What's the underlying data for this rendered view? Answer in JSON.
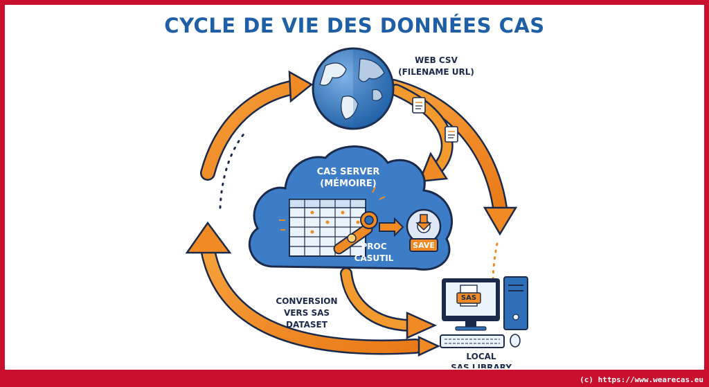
{
  "title": "CYCLE DE VIE DES DONNÉES CAS",
  "labels": {
    "web_csv": "WEB CSV",
    "web_csv_sub": "(FILENAME URL)",
    "cas_server": "CAS SERVER",
    "cas_server_sub": "(MÉMOIRE)",
    "proc": "PROC",
    "proc_sub": "CASUTIL",
    "save": "SAVE",
    "conversion": "CONVERSION",
    "conversion_sub": "VERS SAS DATASET",
    "sas_badge": "SAS",
    "local": "LOCAL",
    "local_sub": "SAS LIBRARY"
  },
  "footer": "(c) https://www.wearecas.eu",
  "colors": {
    "frame": "#c8102e",
    "title": "#1f5fa6",
    "arrow": "#f08a24",
    "cloud": "#3d7cc6",
    "globe": "#2f6fb8"
  }
}
